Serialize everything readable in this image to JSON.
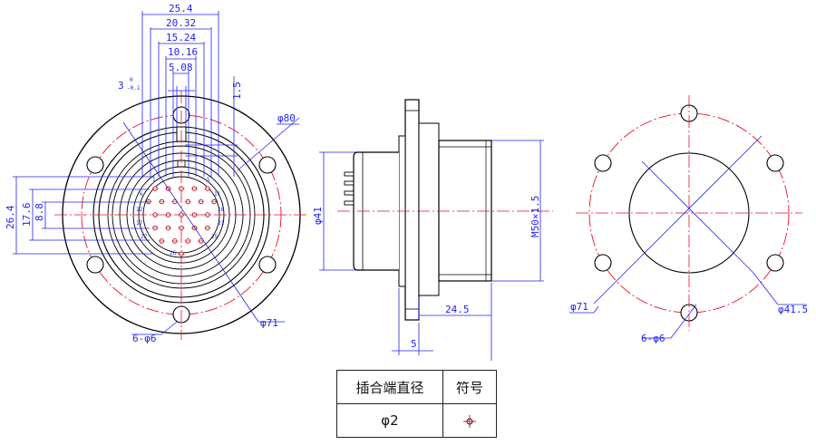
{
  "front_view": {
    "dimensions": {
      "w25_4": "25.4",
      "w20_32": "20.32",
      "w15_24": "15.24",
      "w10_16": "10.16",
      "w5_08": "5.08",
      "slot": "3",
      "slot_tol_upper": "0",
      "slot_tol_lower": "-0.1",
      "pin_offset": "1.5",
      "flange_dia": "φ80",
      "bolt_circle": "φ71",
      "holes": "6-φ6",
      "h26_4": "26.4",
      "h17_6": "17.6",
      "h8_8": "8.8"
    },
    "pin_labels": {
      "p1": "1",
      "p5": "5",
      "p6": "6",
      "p11": "11",
      "p12": "12",
      "p16": "16",
      "p17": "17",
      "p21": "21",
      "p22": "22",
      "p25": "25",
      "p26": "26"
    }
  },
  "side_view": {
    "dimensions": {
      "body_dia": "φ41",
      "thread": "M50×1.5",
      "length": "24.5",
      "flange_thk": "5"
    }
  },
  "cutout_view": {
    "dimensions": {
      "bolt_circle": "φ71",
      "holes": "6-φ6",
      "hole_dia": "φ41.5"
    }
  },
  "legend_table": {
    "header_col1": "插合端直径",
    "header_col2": "符号",
    "value_col1": "φ2"
  },
  "colors": {
    "dimension": "#1f1ff0",
    "centerline": "#e8102a",
    "outline": "#000000"
  }
}
